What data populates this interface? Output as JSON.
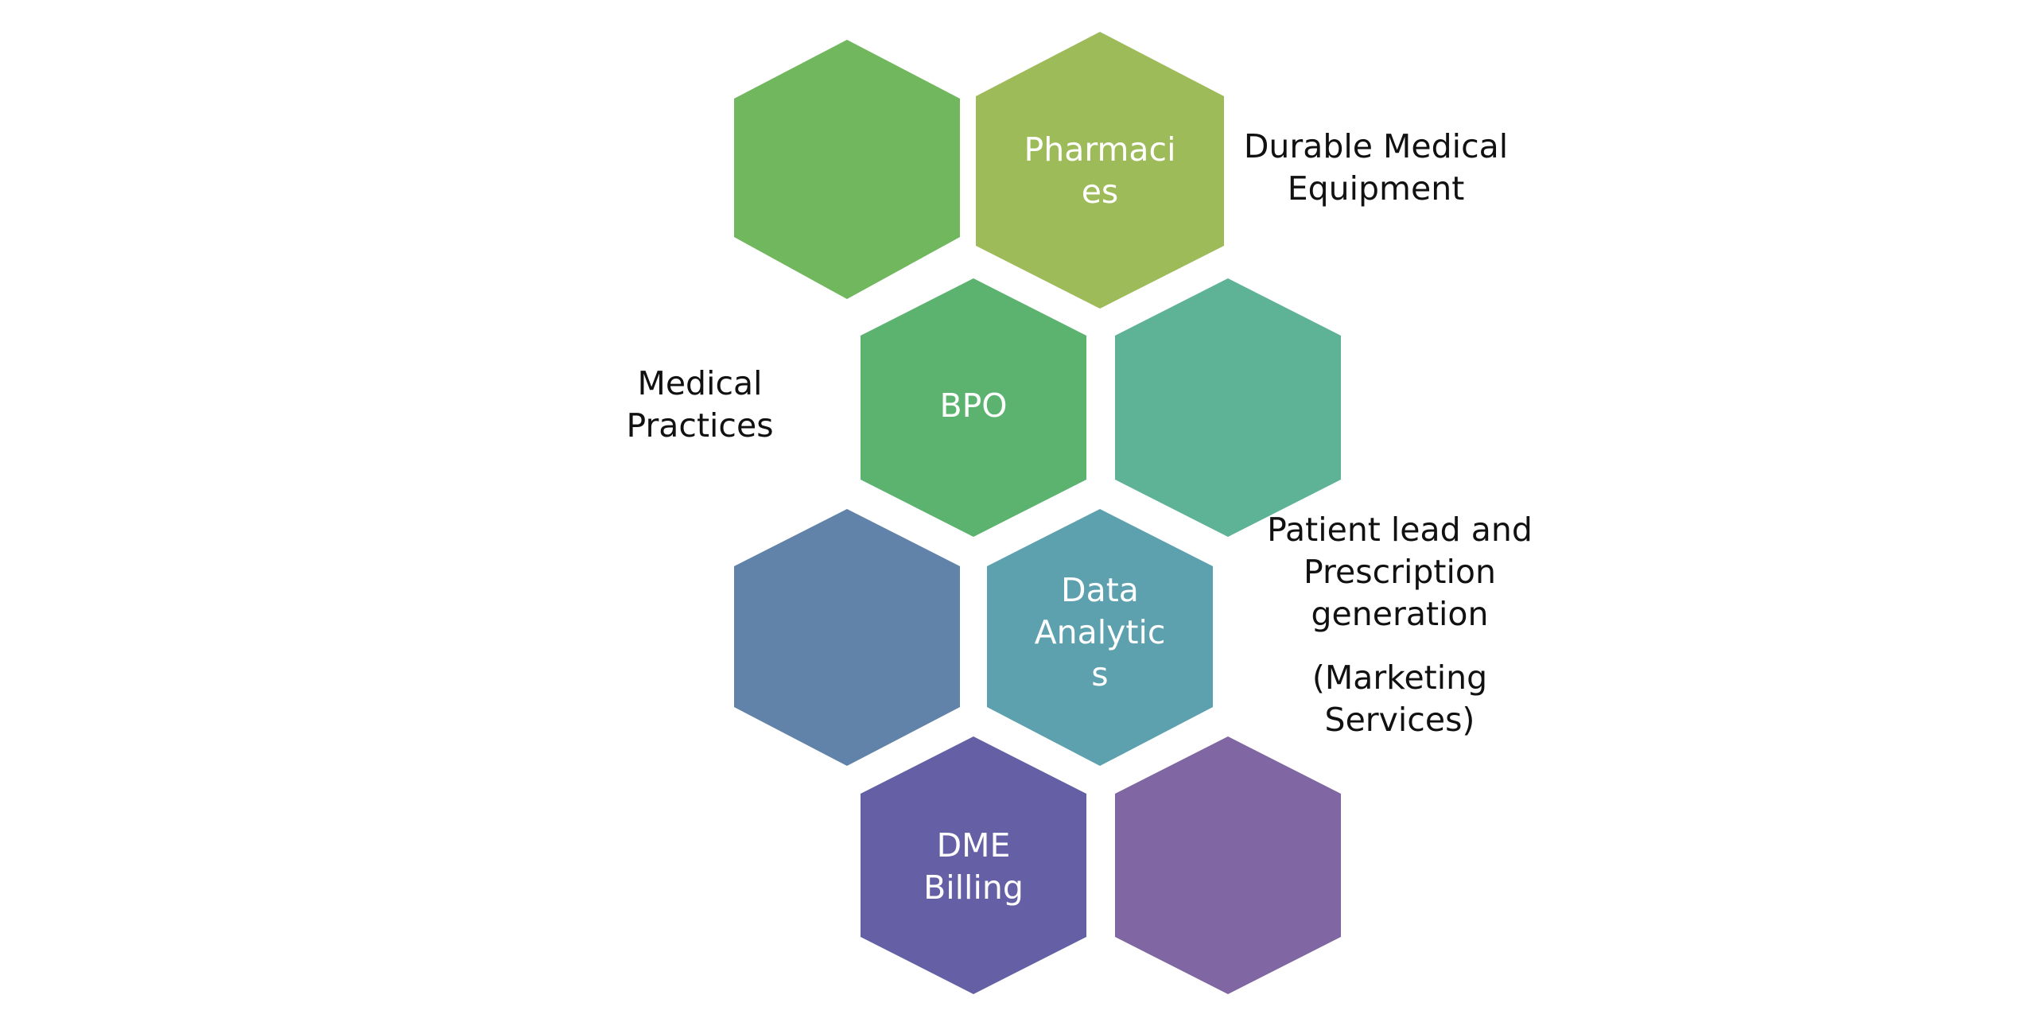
{
  "hexagons": [
    {
      "id": "hex-top-left",
      "label": "",
      "color": "#71B75E"
    },
    {
      "id": "hex-pharmacies",
      "label": "Pharmaci\nes",
      "color": "#9EBB5A"
    },
    {
      "id": "hex-bpo",
      "label": "BPO",
      "color": "#5BB36F"
    },
    {
      "id": "hex-mid-right",
      "label": "",
      "color": "#5EB296"
    },
    {
      "id": "hex-lower-left",
      "label": "",
      "color": "#6283A9"
    },
    {
      "id": "hex-data-analytics",
      "label": "Data\nAnalytic\ns",
      "color": "#5DA1AE"
    },
    {
      "id": "hex-dme-billing",
      "label": "DME\nBilling",
      "color": "#6560A6"
    },
    {
      "id": "hex-bottom-right",
      "label": "",
      "color": "#8066A2"
    }
  ],
  "side_labels": {
    "durable_medical_equipment": "Durable Medical\nEquipment",
    "medical_practices": "Medical\nPractices",
    "patient_lead": "Patient lead and\nPrescription\ngeneration",
    "marketing_services": "(Marketing\nServices)"
  }
}
